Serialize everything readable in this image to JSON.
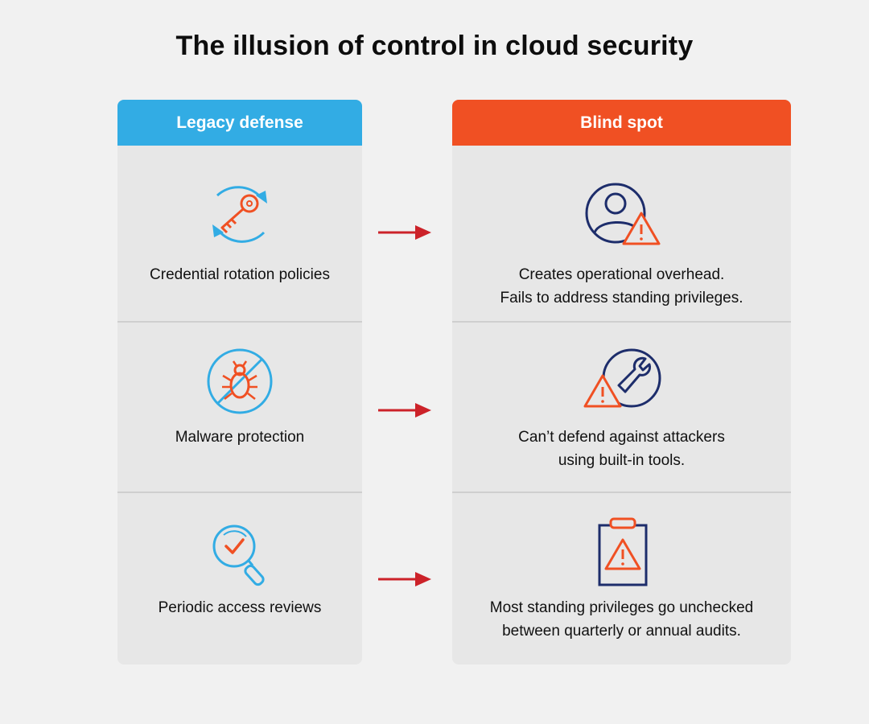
{
  "title": "The illusion of control in cloud security",
  "colors": {
    "legacy_header": "#32ace4",
    "blind_header": "#f05023",
    "panel": "#e7e7e7",
    "arrow": "#cc2229",
    "icon_blue": "#32ace4",
    "icon_orange": "#f05023",
    "icon_navy": "#1d2d6b"
  },
  "legacy": {
    "header": "Legacy defense",
    "rows": [
      {
        "icon": "key-rotation-icon",
        "label": "Credential rotation policies"
      },
      {
        "icon": "malware-blocked-icon",
        "label": "Malware protection"
      },
      {
        "icon": "magnifier-check-icon",
        "label": "Periodic access reviews"
      }
    ]
  },
  "blind": {
    "header": "Blind spot",
    "rows": [
      {
        "icon": "user-warning-icon",
        "line1": "Creates operational overhead.",
        "line2": "Fails to address standing privileges."
      },
      {
        "icon": "wrench-warning-icon",
        "line1": "Can’t defend against attackers",
        "line2": "using built-in tools."
      },
      {
        "icon": "clipboard-warning-icon",
        "line1": "Most standing privileges go unchecked",
        "line2": "between quarterly or annual audits."
      }
    ]
  }
}
